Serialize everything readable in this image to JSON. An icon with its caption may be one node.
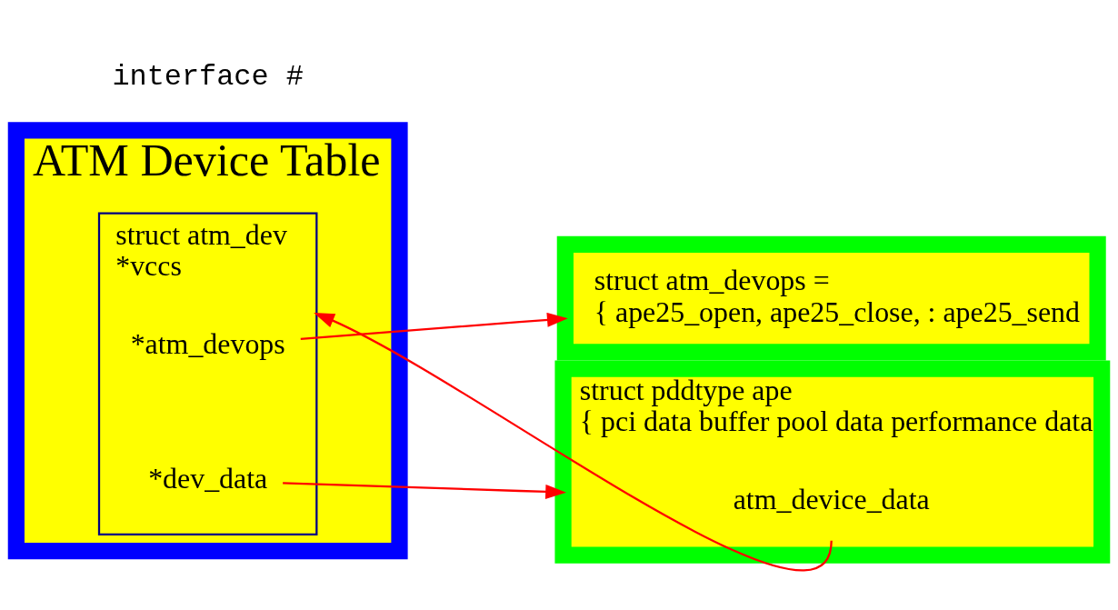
{
  "diagram": {
    "nodes": [
      {
        "text": [
          "ATM Device Table"
        ]
      },
      {
        "text": [
          "struct atm_dev",
          "*vccs"
        ],
        "in": 0
      },
      {
        "text": [
          "*atm_devops"
        ],
        "in": 1
      },
      {
        "text": [
          "*dev_data"
        ],
        "in": 1
      },
      {
        "text": [
          "struct atm_devops =",
          "{ ape25_open, ape25_close, : ape25_send"
        ]
      },
      {
        "text": [
          "struct pddtype ape",
          "{ pci data buffer pool data performance data"
        ]
      },
      {
        "text": [
          "atm_device_data"
        ],
        "in": 5
      }
    ],
    "edges": [
      {
        "from": 2,
        "to": 4,
        "arrow": "to"
      },
      {
        "from": 3,
        "to": 5,
        "arrow": "to"
      },
      {
        "from": 6,
        "to": 1,
        "arrow": "to"
      }
    ],
    "labels": [
      "interface #"
    ]
  }
}
